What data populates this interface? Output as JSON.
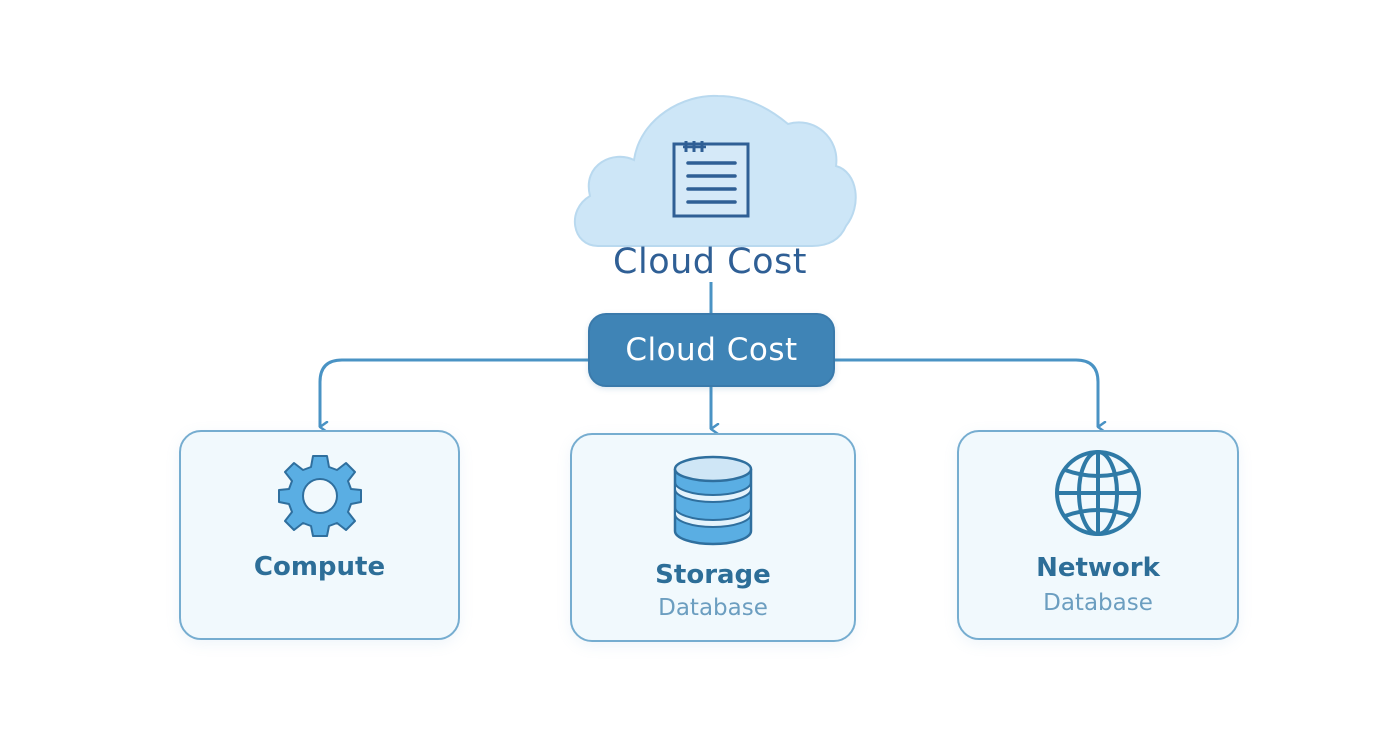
{
  "diagram": {
    "cloud": {
      "label": "Cloud Cost",
      "icon": "document-icon"
    },
    "root": {
      "label": "Cloud Cost"
    },
    "children": [
      {
        "id": "compute",
        "title": "Compute",
        "subtitle": "",
        "icon": "gear-icon"
      },
      {
        "id": "storage",
        "title": "Storage",
        "subtitle": "Database",
        "icon": "database-icon"
      },
      {
        "id": "network",
        "title": "Network",
        "subtitle": "Database",
        "icon": "globe-icon"
      }
    ],
    "colors": {
      "cloud_fill": "#cde6f7",
      "cloud_stroke": "#b5d7ee",
      "root_fill": "#3f84b6",
      "connector": "#4a93c4",
      "card_fill": "#f1f9fd",
      "card_border": "#76add0",
      "icon_fill": "#5aaee3",
      "icon_stroke": "#2f6f9e",
      "title_text": "#2d6e98",
      "subtitle_text": "#6c9ec0",
      "cloud_title_text": "#2f5f95"
    }
  }
}
